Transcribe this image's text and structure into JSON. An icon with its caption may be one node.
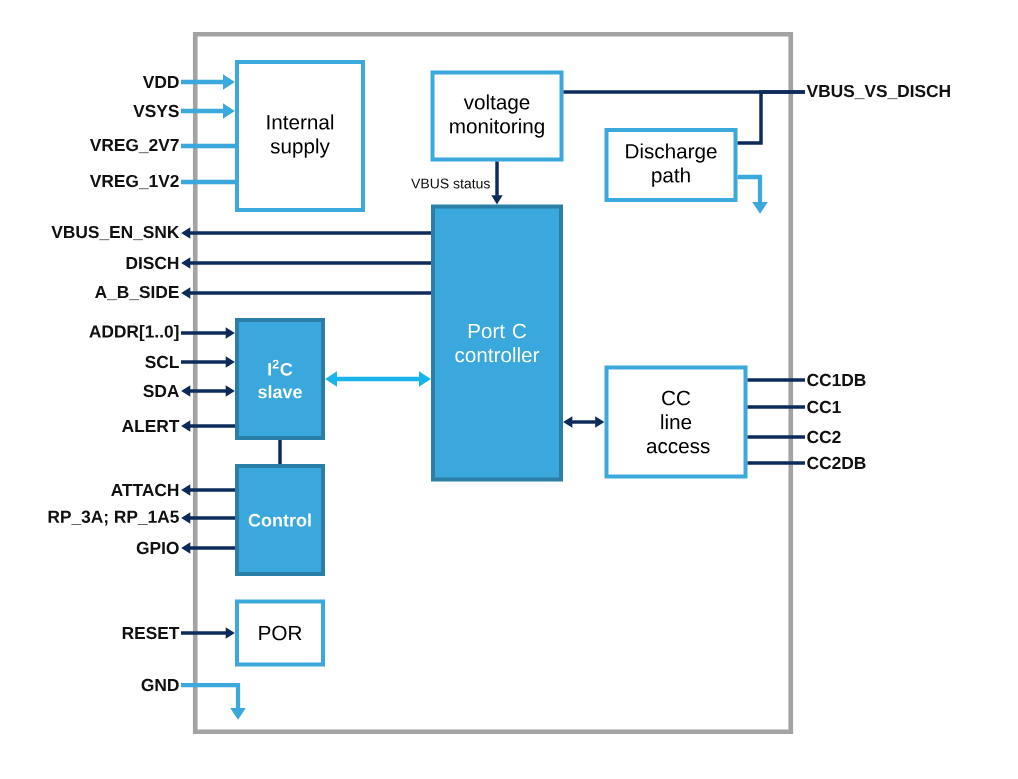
{
  "diagram": {
    "nodes": [
      {
        "text": [],
        "shape": "box"
      },
      {
        "text": [
          "Internal supply"
        ],
        "in": 0
      },
      {
        "text": [
          "voltage monitoring"
        ],
        "in": 0
      },
      {
        "text": [
          "Discharge path"
        ],
        "in": 0
      },
      {
        "text": [
          "Port C controller"
        ],
        "in": 0
      },
      {
        "text": [
          "I$^{2}$C slave"
        ],
        "in": 0
      },
      {
        "text": [
          "Control"
        ],
        "in": 0
      },
      {
        "text": [
          "CC line access"
        ],
        "in": 0
      },
      {
        "text": [
          "POR"
        ],
        "in": 0
      },
      {
        "text": [
          "VDD"
        ]
      },
      {
        "text": [
          "VSYS"
        ]
      },
      {
        "text": [
          "VREG_2V7"
        ]
      },
      {
        "text": [
          "VREG_1V2"
        ]
      },
      {
        "text": [
          "VBUS_EN_SNK"
        ]
      },
      {
        "text": [
          "DISCH"
        ]
      },
      {
        "text": [
          "A_B_SIDE"
        ]
      },
      {
        "text": [
          "ADDR[1..0]"
        ]
      },
      {
        "text": [
          "SCL"
        ]
      },
      {
        "text": [
          "SDA"
        ]
      },
      {
        "text": [
          "ALERT"
        ]
      },
      {
        "text": [
          "ATTACH"
        ]
      },
      {
        "text": [
          "RP_3A; RP_1A5"
        ]
      },
      {
        "text": [
          "GPIO"
        ]
      },
      {
        "text": [
          "RESET"
        ]
      },
      {
        "text": [
          "GND"
        ]
      },
      {
        "text": [
          "VBUS_VS_DISCH"
        ]
      },
      {
        "text": [
          "CC1DB"
        ]
      },
      {
        "text": [
          "CC1"
        ]
      },
      {
        "text": [
          "CC2"
        ]
      },
      {
        "text": [
          "CC2DB"
        ]
      }
    ],
    "edges": [
      {
        "from": 9,
        "to": 1,
        "arrow": "to",
        "color": "#3ba9dc"
      },
      {
        "from": 10,
        "to": 1,
        "arrow": "to",
        "color": "#3ba9dc"
      },
      {
        "from": 11,
        "to": 1,
        "arrow": "none",
        "color": "#3ba9dc"
      },
      {
        "from": 12,
        "to": 1,
        "arrow": "none",
        "color": "#3ba9dc"
      },
      {
        "from": 4,
        "to": 13,
        "arrow": "to"
      },
      {
        "from": 4,
        "to": 14,
        "arrow": "to"
      },
      {
        "from": 4,
        "to": 15,
        "arrow": "to"
      },
      {
        "from": 16,
        "to": 5,
        "arrow": "to"
      },
      {
        "from": 17,
        "to": 5,
        "arrow": "to"
      },
      {
        "from": 18,
        "to": 5,
        "arrow": "both"
      },
      {
        "from": 5,
        "to": 19,
        "arrow": "to"
      },
      {
        "from": 5,
        "to": 6,
        "arrow": "none"
      },
      {
        "from": 6,
        "to": 20,
        "arrow": "to"
      },
      {
        "from": 6,
        "to": 21,
        "arrow": "to"
      },
      {
        "from": 6,
        "to": 22,
        "arrow": "to"
      },
      {
        "from": 23,
        "to": 8,
        "arrow": "to"
      },
      {
        "from": 24,
        "to": null,
        "arrow": "to",
        "color": "#3ba9dc"
      },
      {
        "from": 2,
        "to": 4,
        "arrow": "to",
        "label": "VBUS status"
      },
      {
        "from": 2,
        "to": 25,
        "arrow": "none"
      },
      {
        "from": 3,
        "to": 25,
        "arrow": "none"
      },
      {
        "from": 3,
        "to": null,
        "arrow": "to",
        "color": "#3ba9dc"
      },
      {
        "from": 5,
        "to": 4,
        "arrow": "both",
        "color": "#18b4ea"
      },
      {
        "from": 4,
        "to": 7,
        "arrow": "both"
      },
      {
        "from": 7,
        "to": 26,
        "arrow": "none"
      },
      {
        "from": 7,
        "to": 27,
        "arrow": "none"
      },
      {
        "from": 7,
        "to": 28,
        "arrow": "none"
      },
      {
        "from": 7,
        "to": 29,
        "arrow": "none"
      }
    ]
  }
}
